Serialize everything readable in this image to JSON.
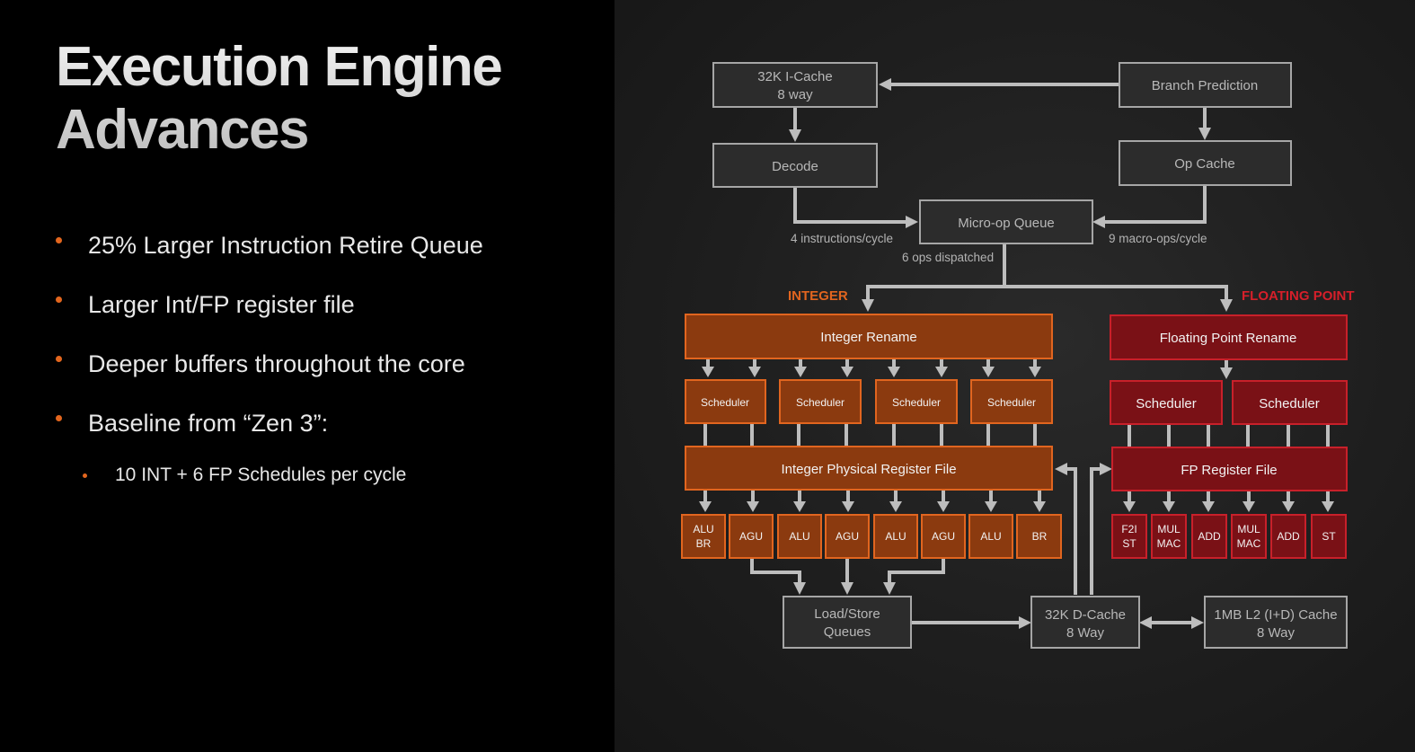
{
  "slide": {
    "title_line1": "Execution Engine",
    "title_line2": "Advances",
    "bullets": [
      "25% Larger Instruction Retire Queue",
      "Larger Int/FP register file",
      "Deeper buffers throughout the core",
      "Baseline from “Zen 3”:"
    ],
    "sub_bullet": "10 INT + 6 FP Schedules per cycle"
  },
  "diagram": {
    "icache": [
      "32K I-Cache",
      "8 way"
    ],
    "branch_prediction": "Branch Prediction",
    "decode": "Decode",
    "op_cache": "Op Cache",
    "microop_queue": "Micro-op Queue",
    "note_decode_rate": "4 instructions/cycle",
    "note_opcache_rate": "9 macro-ops/cycle",
    "note_dispatch": "6 ops dispatched",
    "integer_header": "INTEGER",
    "fp_header": "FLOATING POINT",
    "integer_rename": "Integer Rename",
    "fp_rename": "Floating Point Rename",
    "int_schedulers": [
      "Scheduler",
      "Scheduler",
      "Scheduler",
      "Scheduler"
    ],
    "fp_schedulers": [
      "Scheduler",
      "Scheduler"
    ],
    "int_prf": "Integer Physical Register File",
    "fp_rf": "FP Register File",
    "int_units": [
      [
        "ALU",
        "BR"
      ],
      [
        "AGU"
      ],
      [
        "ALU"
      ],
      [
        "AGU"
      ],
      [
        "ALU"
      ],
      [
        "AGU"
      ],
      [
        "ALU"
      ],
      [
        "BR"
      ]
    ],
    "fp_units": [
      [
        "F2I",
        "ST"
      ],
      [
        "MUL",
        "MAC"
      ],
      [
        "ADD"
      ],
      [
        "MUL",
        "MAC"
      ],
      [
        "ADD"
      ],
      [
        "ST"
      ]
    ],
    "load_store": [
      "Load/Store",
      "Queues"
    ],
    "dcache": [
      "32K D-Cache",
      "8 Way"
    ],
    "l2cache": [
      "1MB L2 (I+D) Cache",
      "8 Way"
    ],
    "colors": {
      "integer_fill": "#8b3a0f",
      "integer_border": "#e1651f",
      "fp_fill": "#7a1116",
      "fp_border": "#c8202a",
      "frontend_fill": "#2c2c2c",
      "frontend_border": "#a6a6a6",
      "bullet_accent": "#e3661e"
    }
  }
}
